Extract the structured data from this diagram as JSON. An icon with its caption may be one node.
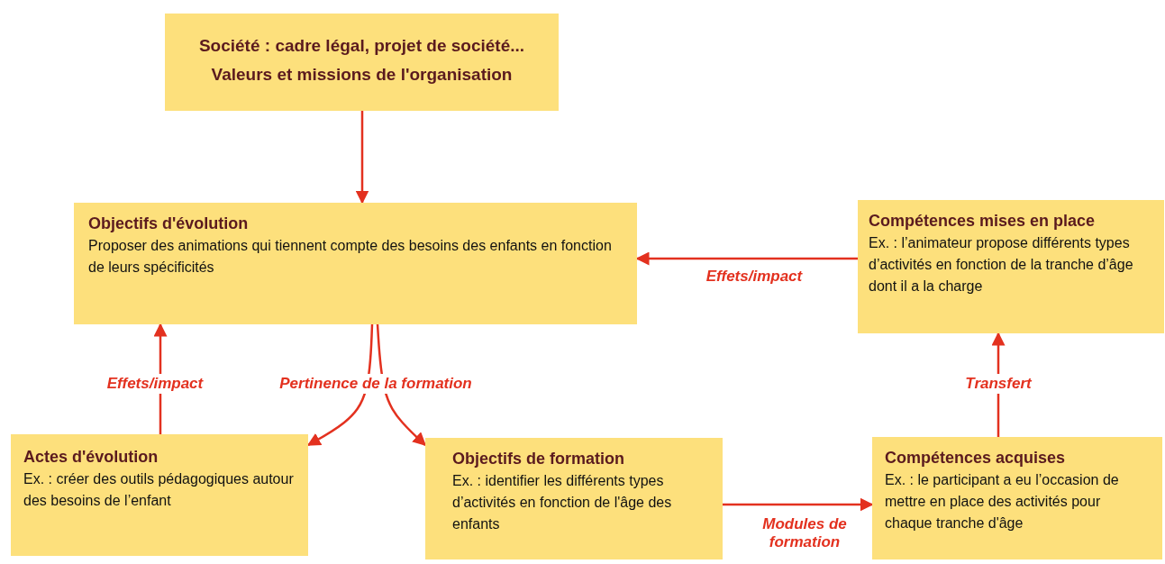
{
  "diagram": {
    "nodes": [
      {
        "text": [
          "Société : cadre légal, projet de société...",
          "Valeurs et missions de l'organisation"
        ]
      },
      {
        "text": [
          "Objectifs d'évolution",
          "Proposer des animations qui tiennent compte des besoins des enfants en fonction de leurs spécificités"
        ]
      },
      {
        "text": [
          "Compétences mises en place",
          "Ex. : l’animateur propose différents types d’activités en fonction de la tranche d’âge dont il a la charge"
        ]
      },
      {
        "text": [
          "Actes d'évolution",
          "Ex. : créer des outils pédagogiques autour des besoins de l’enfant"
        ]
      },
      {
        "text": [
          "Objectifs de formation",
          "Ex. : identifier les différents types d’activités en fonction de l'âge des enfants"
        ]
      },
      {
        "text": [
          "Compétences acquises",
          "Ex. : le participant a eu l’occasion de mettre en place des activités pour chaque tranche d'âge"
        ]
      }
    ],
    "edges": [
      {
        "from": 0,
        "to": 1,
        "arrow": "to"
      },
      {
        "from": 2,
        "to": 1,
        "arrow": "to",
        "label": "Effets/impact"
      },
      {
        "from": 3,
        "to": 1,
        "arrow": "to",
        "label": "Effets/impact"
      },
      {
        "from": 1,
        "to": 3,
        "arrow": "to",
        "label": "Pertinence de la formation"
      },
      {
        "from": 1,
        "to": 4,
        "arrow": "to"
      },
      {
        "from": 4,
        "to": 5,
        "arrow": "to",
        "label": "Modules de formation"
      },
      {
        "from": 5,
        "to": 2,
        "arrow": "to",
        "label": "Transfert"
      }
    ]
  }
}
